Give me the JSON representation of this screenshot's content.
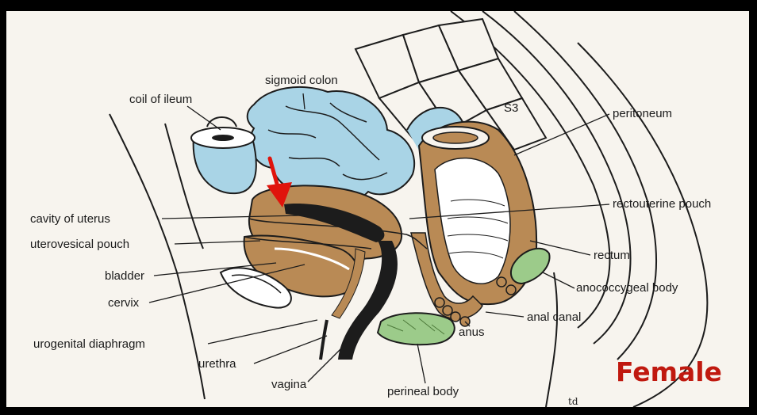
{
  "diagram": {
    "labels": {
      "sigmoid_colon": "sigmoid colon",
      "coil_of_ileum": "coil of  ileum",
      "s3": "S3",
      "peritoneum": "peritoneum",
      "rectouterine_pouch": "rectouterine pouch",
      "cavity_of_uterus": "cavity of uterus",
      "uterovesical_pouch": "uterovesical pouch",
      "rectum": "rectum",
      "bladder": "bladder",
      "anococcygeal_body": "anococcygeal body",
      "cervix": "cervix",
      "anal_canal": "anal canal",
      "anus": "anus",
      "urogenital_diaphragm": "urogenital diaphragm",
      "urethra": "urethra",
      "vagina": "vagina",
      "perineal_body": "perineal body"
    },
    "title": "Female",
    "initials": "td"
  },
  "colors": {
    "background": "#f7f4ee",
    "frame": "#000000",
    "muscle_brown": "#b98a55",
    "peritoneum_blue": "#a9d4e6",
    "perineal_green": "#9ccb8a",
    "arrow_red": "#e0140c",
    "title_red": "#c0190f"
  }
}
